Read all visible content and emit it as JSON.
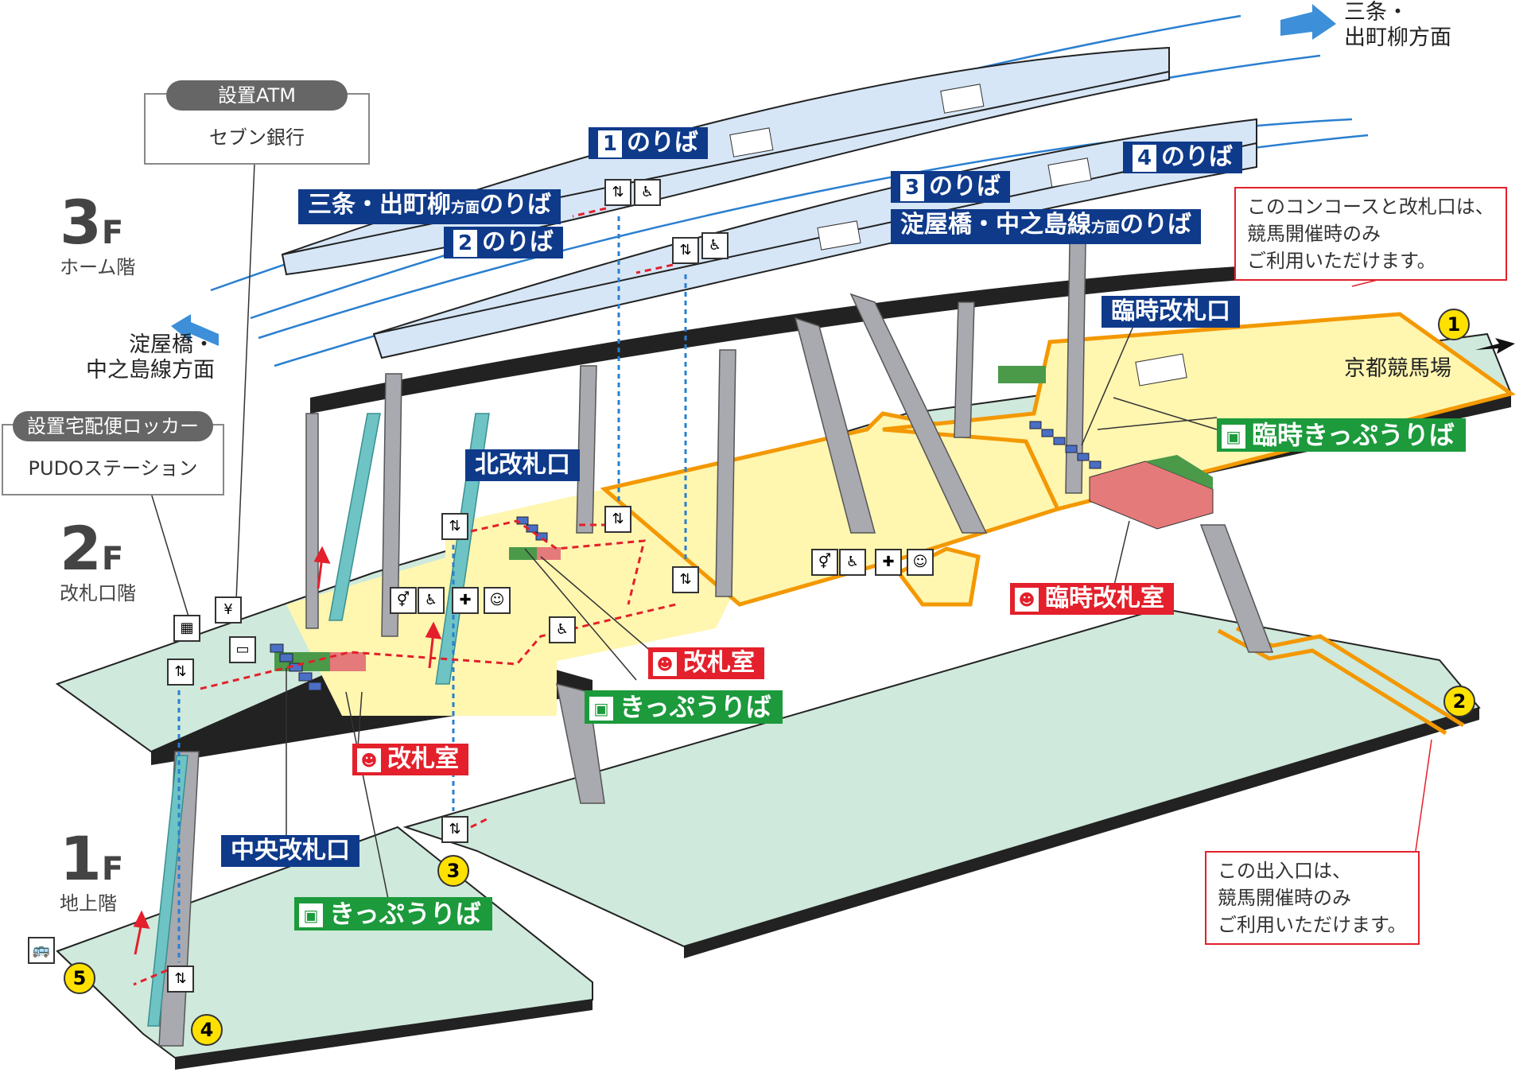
{
  "floors": {
    "f3": {
      "num": "3",
      "unit": "F",
      "name": "ホーム階"
    },
    "f2": {
      "num": "2",
      "unit": "F",
      "name": "改札口階"
    },
    "f1": {
      "num": "1",
      "unit": "F",
      "name": "地上階"
    }
  },
  "directions": {
    "sanjo": "三条・\n出町柳方面",
    "yodoyabashi": "淀屋橋・\n中之島線方面",
    "keibajo": "京都競馬場"
  },
  "info_boxes": {
    "atm": {
      "title": "設置ATM",
      "body": "セブン銀行"
    },
    "locker": {
      "title": "設置宅配便ロッカー",
      "body": "PUDOステーション"
    }
  },
  "platforms": {
    "p1": {
      "num": "1",
      "text": "のりば"
    },
    "sanjo_label": {
      "main": "三条・出町柳",
      "small": "方面",
      "suffix": "のりば"
    },
    "p2": {
      "num": "2",
      "text": "のりば"
    },
    "p3": {
      "num": "3",
      "text": "のりば"
    },
    "p4": {
      "num": "4",
      "text": "のりば"
    },
    "yodoyabashi_label": {
      "main": "淀屋橋・中之島線",
      "small": "方面",
      "suffix": "のりば"
    }
  },
  "gates": {
    "rinji": "臨時改札口",
    "kita": "北改札口",
    "chuo": "中央改札口"
  },
  "facilities": {
    "rinji_ticket": "臨時きっぷうりば",
    "rinji_office": "臨時改札室",
    "office_north": "改札室",
    "ticket_north": "きっぷうりば",
    "office_central": "改札室",
    "ticket_central": "きっぷうりば"
  },
  "notes": {
    "concourse": "このコンコースと改札口は、\n競馬開催時のみ\nご利用いただけます。",
    "exit": "この出入口は、\n競馬開催時のみ\nご利用いただけます。"
  },
  "exits": [
    "1",
    "2",
    "3",
    "4",
    "5"
  ],
  "colors": {
    "navy": "#0f3a8a",
    "green": "#1c9a3c",
    "red": "#e3202b",
    "concourse": "#fff6b0",
    "floor": "#cfe9dc",
    "platform": "#d6e6f6",
    "route": "#f39800",
    "exit_marker": "#ffe100"
  },
  "icons": [
    "elevator-icon",
    "toilet-icon",
    "wheelchair-icon",
    "ostomate-icon",
    "baby-icon",
    "atm-icon",
    "locker-icon",
    "fare-adjust-icon",
    "bus-icon"
  ]
}
